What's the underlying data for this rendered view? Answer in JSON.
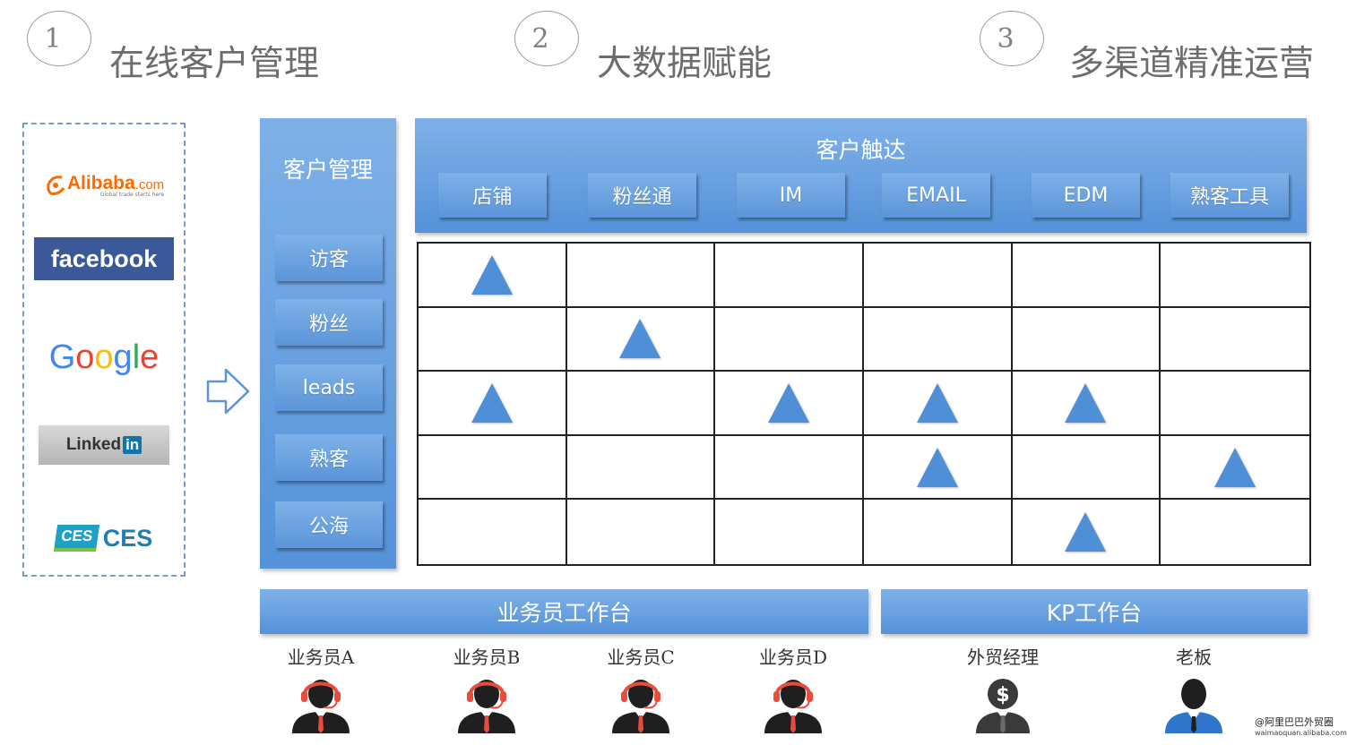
{
  "steps": [
    {
      "num": "1",
      "title": "在线客户管理"
    },
    {
      "num": "2",
      "title": "大数据赋能"
    },
    {
      "num": "3",
      "title": "多渠道精准运营"
    }
  ],
  "sources": {
    "alibaba_main": "Alibaba",
    "alibaba_suffix": ".com",
    "alibaba_tagline": "Global trade starts here",
    "facebook": "facebook",
    "google": [
      "G",
      "o",
      "o",
      "g",
      "l",
      "e"
    ],
    "linkedin": "Linked",
    "linkedin_in": "in",
    "ces_badge": "CES",
    "ces": "CES"
  },
  "customer_management": {
    "title": "客户管理",
    "items": [
      "访客",
      "粉丝",
      "leads",
      "熟客",
      "公海"
    ]
  },
  "customer_reach": {
    "title": "客户触达",
    "channels": [
      "店铺",
      "粉丝通",
      "IM",
      "EMAIL",
      "EDM",
      "熟客工具"
    ]
  },
  "matrix": [
    [
      1,
      0,
      0,
      0,
      0,
      0
    ],
    [
      0,
      1,
      0,
      0,
      0,
      0
    ],
    [
      1,
      0,
      1,
      1,
      1,
      0
    ],
    [
      0,
      0,
      0,
      1,
      0,
      1
    ],
    [
      0,
      0,
      0,
      0,
      1,
      0
    ]
  ],
  "workbenches": {
    "sales": "业务员工作台",
    "kp": "KP工作台"
  },
  "people": [
    {
      "label": "业务员A",
      "role": "agent"
    },
    {
      "label": "业务员B",
      "role": "agent"
    },
    {
      "label": "业务员C",
      "role": "agent"
    },
    {
      "label": "业务员D",
      "role": "agent"
    },
    {
      "label": "外贸经理",
      "role": "manager"
    },
    {
      "label": "老板",
      "role": "boss"
    }
  ],
  "watermark": {
    "line1": "@阿里巴巴外贸圈",
    "line2": "waimaoquan.alibaba.com"
  },
  "colors": {
    "accent": "#5b95d9",
    "triangle": "#4f8fd8",
    "facebook": "#3b5998",
    "alibaba": "#ff6a00",
    "headset": "#e84c3d"
  }
}
